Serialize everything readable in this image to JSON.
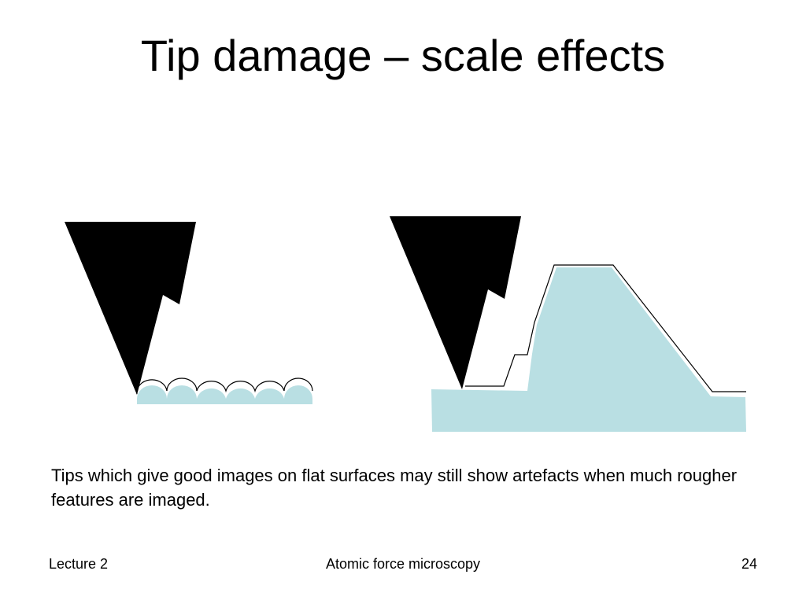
{
  "slide": {
    "title": "Tip damage – scale effects",
    "caption": "Tips which give good images on flat surfaces may still show artefacts when much rougher features are imaged."
  },
  "footer": {
    "left": "Lecture 2",
    "center": "Atomic force microscopy",
    "right": "24"
  },
  "colors": {
    "tip": "#000000",
    "sample": "#b9dfe3",
    "trace": "#000000"
  }
}
